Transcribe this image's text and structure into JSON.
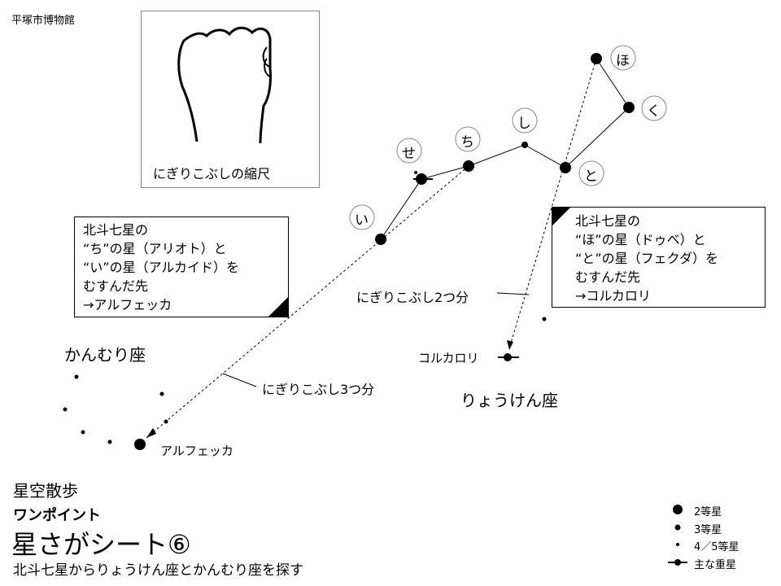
{
  "museum": "平塚市博物館",
  "fist": {
    "caption": "にぎりこぶしの縮尺"
  },
  "callout_left": {
    "lines": [
      "北斗七星の",
      "“ち”の星（アリオト）と",
      "“い”の星（アルカイド）を",
      "むすんだ先",
      "→アルフェッカ"
    ]
  },
  "callout_right": {
    "lines": [
      "北斗七星の",
      "“ほ”の星（ドゥベ）と",
      "“と”の星（フェクダ）を",
      "むすんだ先",
      "→コルカロリ"
    ]
  },
  "dipper_labels": [
    "ほ",
    "く",
    "し",
    "ち",
    "せ",
    "と",
    "い"
  ],
  "measures": {
    "two_fists": "にぎりこぶし2つ分",
    "three_fists": "にぎりこぶし3つ分"
  },
  "constellations": {
    "corona": "かんむり座",
    "canes": "りょうけん座"
  },
  "stars": {
    "cor_caroli": "コルカロリ",
    "alphecca": "アルフェッカ"
  },
  "title": {
    "small": "星空散歩",
    "bold": "ワンポイント",
    "big": "星さがシート⑥",
    "sub": "北斗七星からりょうけん座とかんむり座を探す"
  },
  "legend": [
    "2等星",
    "3等星",
    "4／5等星",
    "主な重星"
  ]
}
